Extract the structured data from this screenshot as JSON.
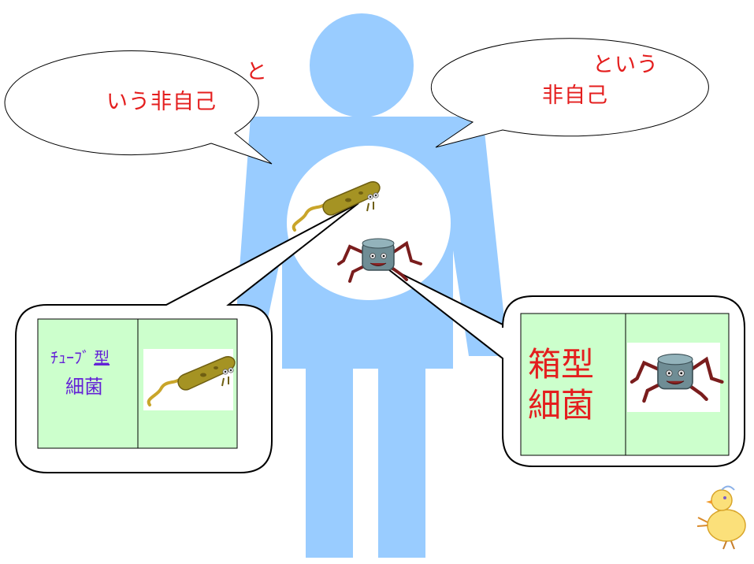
{
  "speech_left": {
    "line1": "と",
    "line2": "いう非自己"
  },
  "speech_right": {
    "line1": "という",
    "line2": "非自己"
  },
  "left_box": {
    "line1_a": "ﾁｭｰﾌﾞ",
    "line1_b": "型",
    "line2": "細菌"
  },
  "right_box": {
    "line1": "箱型",
    "line2": "細菌"
  },
  "colors": {
    "body": "#99ccff",
    "panel": "#ccffcc",
    "label_red": "#e41e1e",
    "label_purple": "#6422d6",
    "tube_bacterium": "#9c8a22",
    "box_bacterium": "#6f8d95"
  },
  "icons": {
    "human": "human-silhouette-icon",
    "tube": "tube-bacterium-icon",
    "box": "box-bacterium-icon",
    "chick": "chick-icon"
  }
}
